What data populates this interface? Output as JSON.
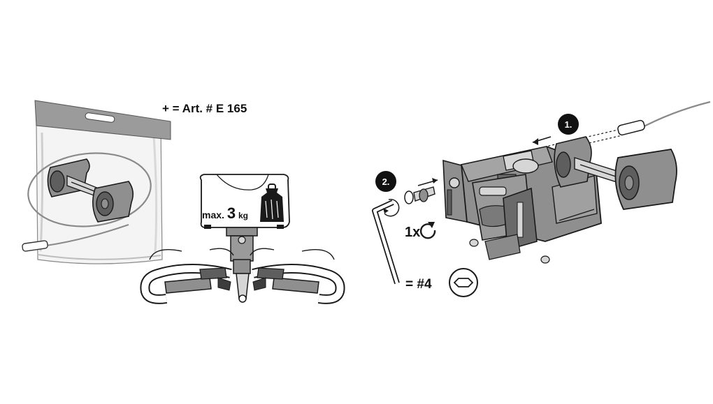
{
  "labels": {
    "accessory_ref": "+ = Art. # E 165",
    "max_prefix": "max.",
    "max_value": "3",
    "max_unit": "kg",
    "screw_count": "1x",
    "hex_key": "= #4",
    "step1": "1.",
    "step2": "2."
  },
  "colors": {
    "line": "#1a1a1a",
    "part_fill": "#8f8f8f",
    "part_dark": "#5e5e5e",
    "light_fill": "#d6d6d6",
    "bag_fill": "#f4f4f4",
    "card_header": "#9b9b9b"
  },
  "icons": {
    "weight": "weight-icon",
    "rotate": "rotate-clockwise-icon",
    "hex": "hex-socket-icon"
  }
}
